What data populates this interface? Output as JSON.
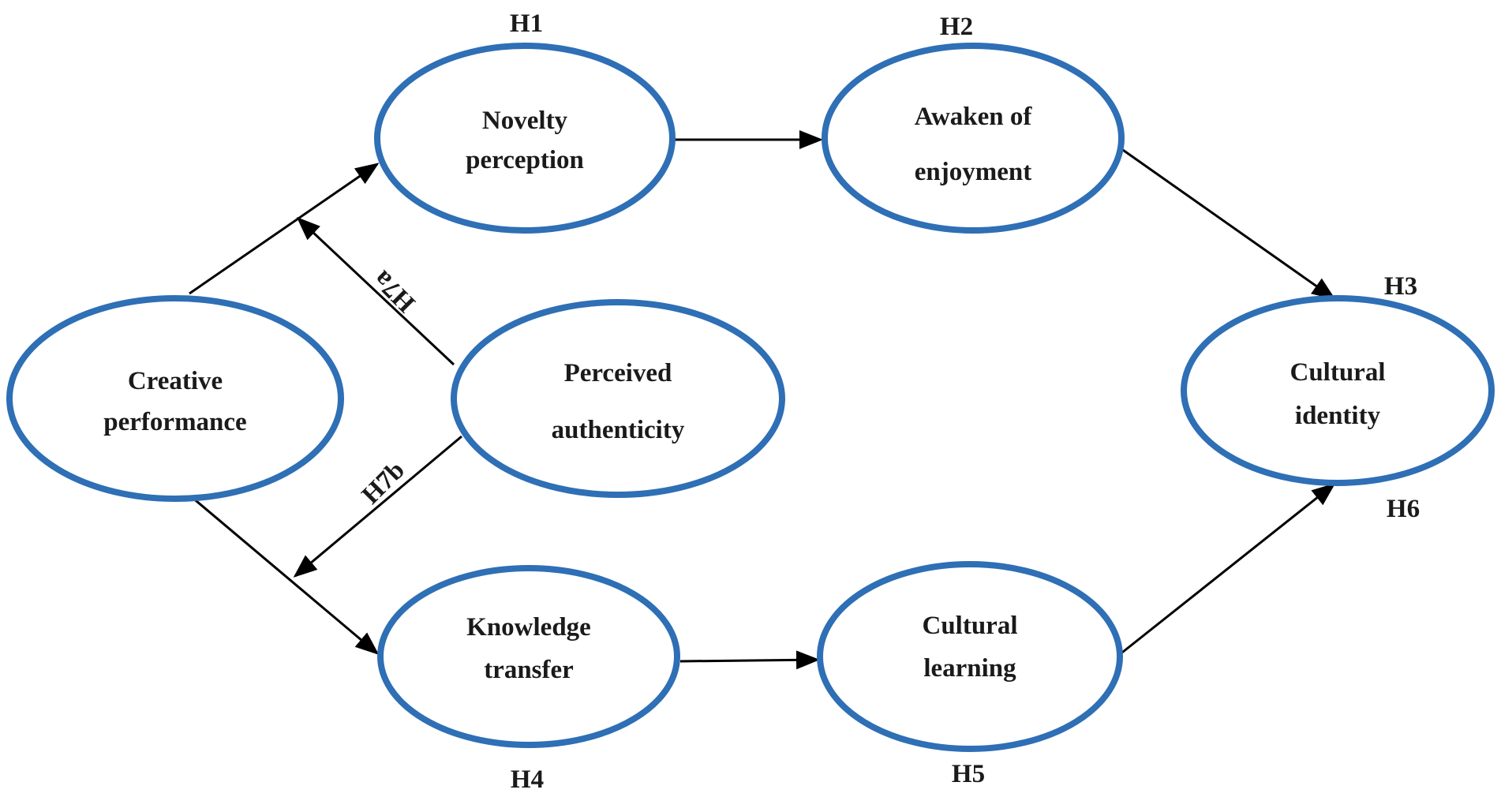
{
  "colors": {
    "node_outline": "#2e6fb5",
    "arrow": "#000000",
    "text": "#1a1a1a"
  },
  "nodes": {
    "creative_performance": {
      "line1": "Creative",
      "line2": "performance"
    },
    "novelty_perception": {
      "line1": "Novelty",
      "line2": "perception"
    },
    "awaken_of_enjoyment": {
      "line1": "Awaken of",
      "line2": "enjoyment"
    },
    "perceived_authenticity": {
      "line1": "Perceived",
      "line2": "authenticity"
    },
    "cultural_identity": {
      "line1": "Cultural",
      "line2": "identity"
    },
    "knowledge_transfer": {
      "line1": "Knowledge",
      "line2": "transfer"
    },
    "cultural_learning": {
      "line1": "Cultural",
      "line2": "learning"
    }
  },
  "hypotheses": {
    "h1": "H1",
    "h2": "H2",
    "h3": "H3",
    "h4": "H4",
    "h5": "H5",
    "h6": "H6",
    "h7a": "H7a",
    "h7b": "H7b"
  },
  "edges": [
    {
      "from": "Creative performance",
      "to": "Novelty perception",
      "label": "H1"
    },
    {
      "from": "Novelty perception",
      "to": "Awaken of enjoyment",
      "label": "H2"
    },
    {
      "from": "Awaken of enjoyment",
      "to": "Cultural identity",
      "label": "H3"
    },
    {
      "from": "Creative performance",
      "to": "Knowledge transfer",
      "label": "H4"
    },
    {
      "from": "Knowledge transfer",
      "to": "Cultural learning",
      "label": "H5"
    },
    {
      "from": "Cultural learning",
      "to": "Cultural identity",
      "label": "H6"
    },
    {
      "from": "Perceived authenticity",
      "to": "Creative performance → Novelty perception",
      "label": "H7a"
    },
    {
      "from": "Perceived authenticity",
      "to": "Creative performance → Knowledge transfer",
      "label": "H7b"
    }
  ]
}
